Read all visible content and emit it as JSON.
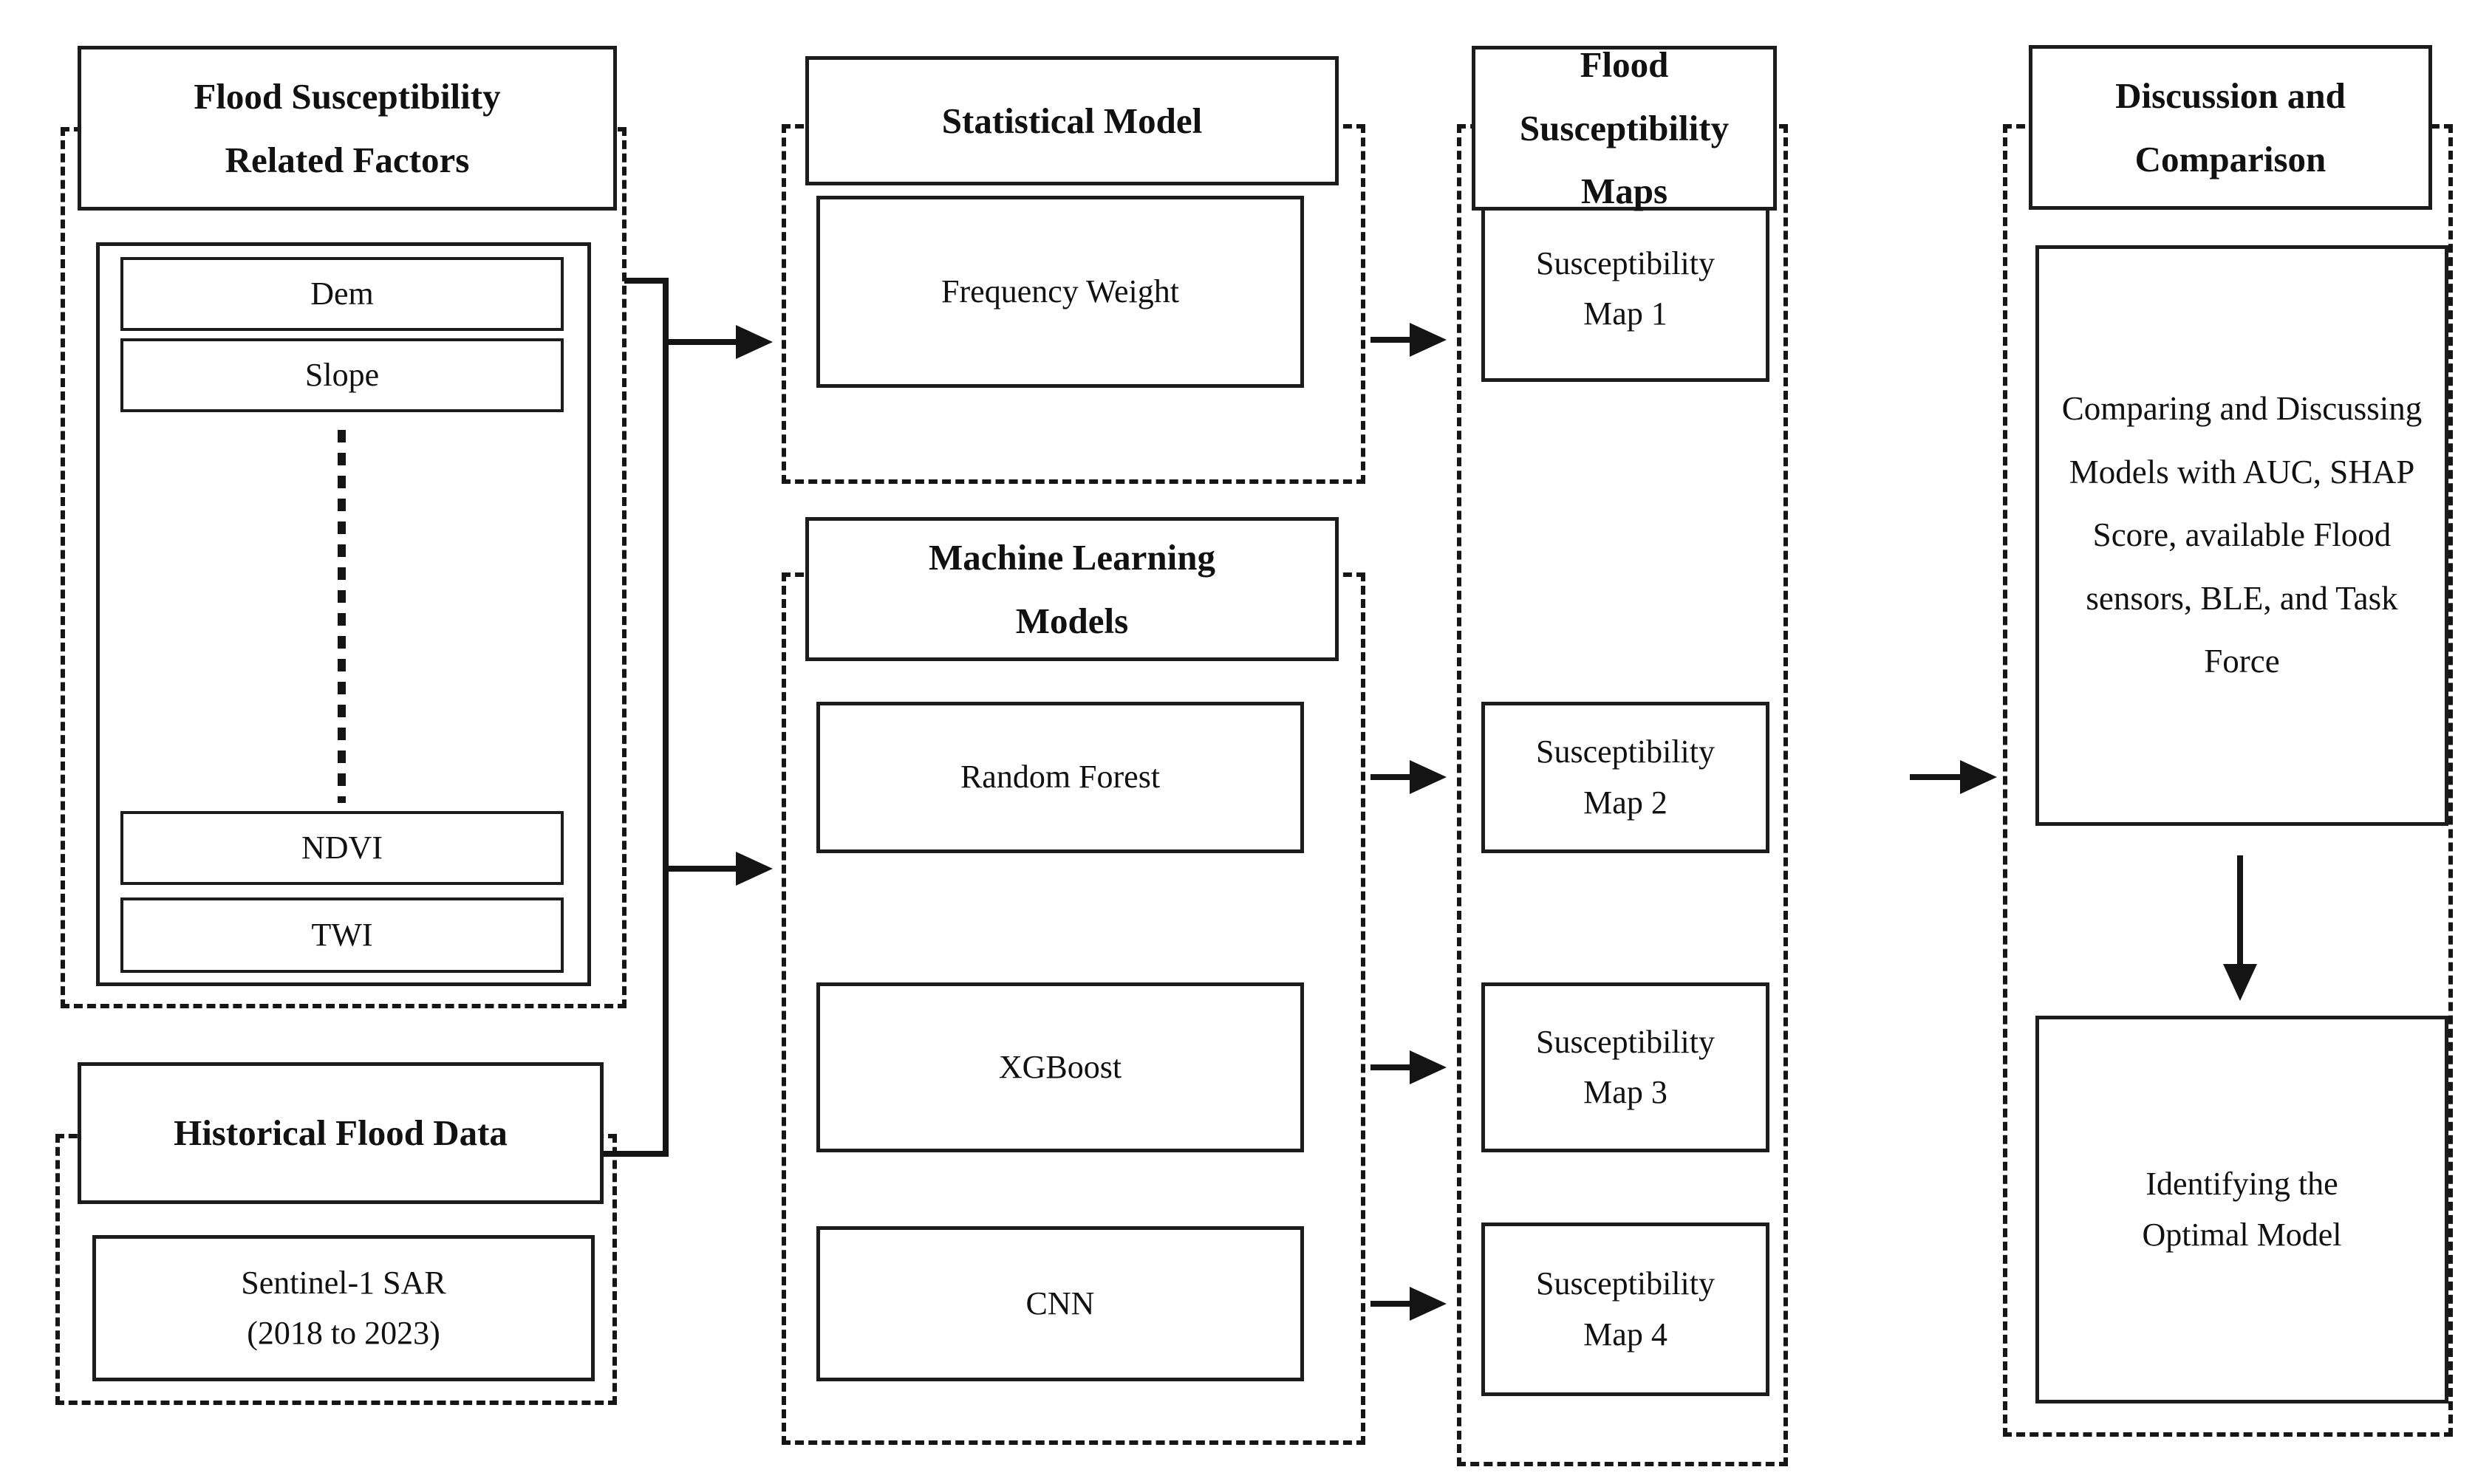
{
  "factors": {
    "header_line1": "Flood Susceptibility",
    "header_line2": "Related Factors",
    "items_top": [
      "Dem",
      "Slope"
    ],
    "items_bottom": [
      "NDVI",
      "TWI"
    ]
  },
  "historical": {
    "header": "Historical Flood Data",
    "source_line1": "Sentinel-1 SAR",
    "source_line2": "(2018 to 2023)"
  },
  "statistical": {
    "header": "Statistical Model",
    "model": "Frequency Weight"
  },
  "machine_learning": {
    "header_line1": "Machine Learning",
    "header_line2": "Models",
    "models": [
      "Random Forest",
      "XGBoost",
      "CNN"
    ]
  },
  "maps": {
    "header_line1": "Flood Susceptibility",
    "header_line2": "Maps",
    "items": [
      {
        "line1": "Susceptibility",
        "line2": "Map 1"
      },
      {
        "line1": "Susceptibility",
        "line2": "Map 2"
      },
      {
        "line1": "Susceptibility",
        "line2": "Map 3"
      },
      {
        "line1": "Susceptibility",
        "line2": "Map 4"
      }
    ]
  },
  "discussion": {
    "header_line1": "Discussion and",
    "header_line2": "Comparison",
    "comparison_text": "Comparing and Discussing Models with AUC, SHAP Score, available Flood sensors, BLE, and Task Force",
    "outcome_line1": "Identifying the",
    "outcome_line2": "Optimal Model"
  }
}
